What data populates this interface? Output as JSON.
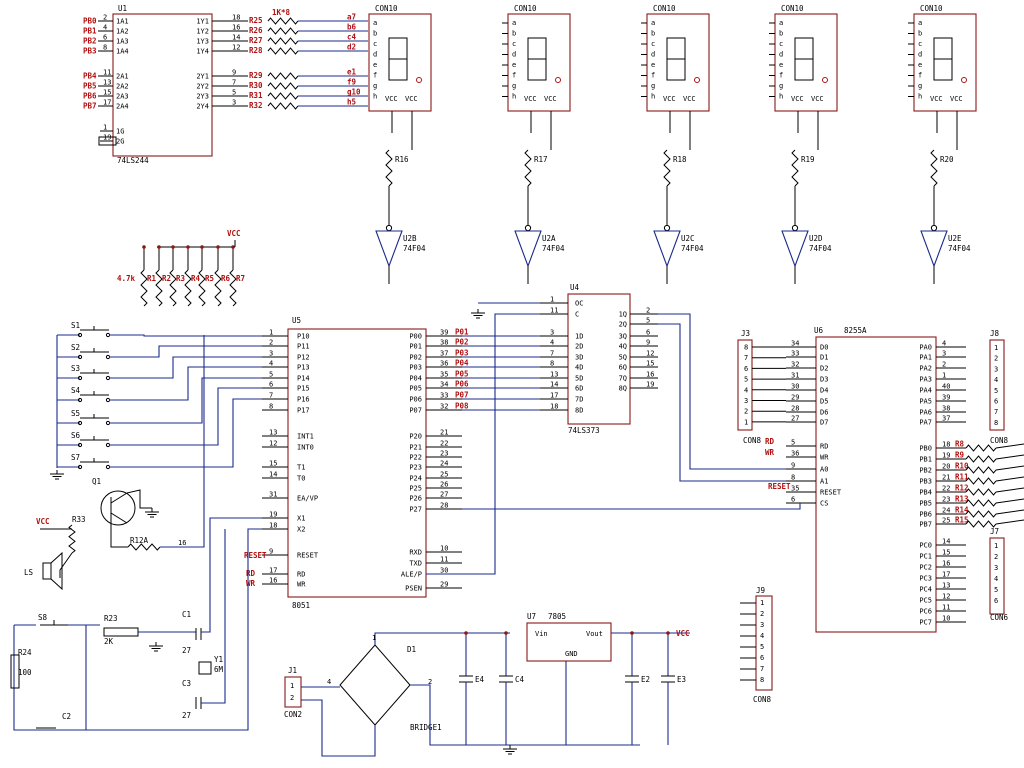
{
  "components": {
    "u1": {
      "ref": "U1",
      "part": "74LS244",
      "in_left": [
        "1A1",
        "1A2",
        "1A3",
        "1A4",
        "2A1",
        "2A2",
        "2A3",
        "2A4",
        "1G",
        "2G"
      ],
      "in_nums": [
        "2",
        "4",
        "6",
        "8",
        "11",
        "13",
        "15",
        "17",
        "1",
        "19"
      ],
      "out_right": [
        "1Y1",
        "1Y2",
        "1Y3",
        "1Y4",
        "2Y1",
        "2Y2",
        "2Y3",
        "2Y4"
      ],
      "out_nums": [
        "18",
        "16",
        "14",
        "12",
        "9",
        "7",
        "5",
        "3"
      ],
      "nets_in": [
        "PB0",
        "PB1",
        "PB2",
        "PB3",
        "PB4",
        "PB5",
        "PB6",
        "PB7"
      ]
    },
    "rpack_top": {
      "ref": "1K*8",
      "names": [
        "R25",
        "R26",
        "R27",
        "R28",
        "R29",
        "R30",
        "R31",
        "R32"
      ],
      "nets": [
        "a7",
        "b6",
        "c4",
        "d2",
        "e1",
        "f9",
        "g10",
        "h5"
      ]
    },
    "displays": [
      {
        "ref": "CON10",
        "pins": [
          "a",
          "b",
          "c",
          "d",
          "e",
          "f",
          "g",
          "h"
        ],
        "extra": [
          "VCC",
          "VCC"
        ]
      },
      {
        "ref": "CON10"
      },
      {
        "ref": "CON10"
      },
      {
        "ref": "CON10"
      },
      {
        "ref": "CON10"
      }
    ],
    "bottom_res": [
      "R16",
      "R17",
      "R18",
      "R19",
      "R20"
    ],
    "inverters": [
      {
        "ref": "U2B",
        "part": "74F04"
      },
      {
        "ref": "U2A",
        "part": "74F04"
      },
      {
        "ref": "U2C",
        "part": "74F04"
      },
      {
        "ref": "U2D",
        "part": "74F04"
      },
      {
        "ref": "U2E",
        "part": "74F04"
      }
    ],
    "vcc": "VCC",
    "pullups": {
      "label": "4.7k",
      "names": [
        "R1",
        "R2",
        "R3",
        "R4",
        "R5",
        "R6",
        "R7"
      ]
    },
    "switches": [
      "S1",
      "S2",
      "S3",
      "S4",
      "S5",
      "S6",
      "S7"
    ],
    "u5": {
      "ref": "U5",
      "part": "8051",
      "left": [
        "P10",
        "P11",
        "P12",
        "P13",
        "P14",
        "P15",
        "P16",
        "P17",
        "INT1",
        "INT0",
        "T1",
        "T0",
        "EA/VP",
        "X1",
        "X2",
        "RESET",
        "RD",
        "WR"
      ],
      "left_nums": [
        "1",
        "2",
        "3",
        "4",
        "5",
        "6",
        "7",
        "8",
        "13",
        "12",
        "15",
        "14",
        "31",
        "19",
        "18",
        "9",
        "17",
        "16"
      ],
      "right": [
        "P00",
        "P01",
        "P02",
        "P03",
        "P04",
        "P05",
        "P06",
        "P07",
        "P20",
        "P21",
        "P22",
        "P23",
        "P24",
        "P25",
        "P26",
        "P27",
        "RXD",
        "TXD",
        "ALE/P",
        "PSEN"
      ],
      "right_nums": [
        "39",
        "38",
        "37",
        "36",
        "35",
        "34",
        "33",
        "32",
        "21",
        "22",
        "23",
        "24",
        "25",
        "26",
        "27",
        "28",
        "10",
        "11",
        "30",
        "29"
      ],
      "nets": [
        "P01",
        "P02",
        "P03",
        "P04",
        "P05",
        "P06",
        "P07",
        "P08"
      ]
    },
    "u4": {
      "ref": "U4",
      "part": "74LS373",
      "left": [
        "OC",
        "C",
        "1D",
        "2D",
        "3D",
        "4D",
        "5D",
        "6D",
        "7D",
        "8D"
      ],
      "left_nums": [
        "1",
        "11",
        "3",
        "4",
        "7",
        "8",
        "13",
        "14",
        "17",
        "18"
      ],
      "right": [
        "1Q",
        "2Q",
        "3Q",
        "4Q",
        "5Q",
        "6Q",
        "7Q",
        "8Q"
      ],
      "right_nums": [
        "2",
        "5",
        "6",
        "9",
        "12",
        "15",
        "16",
        "19"
      ]
    },
    "u6": {
      "ref": "U6",
      "part": "8255A",
      "left": [
        "D0",
        "D1",
        "D2",
        "D3",
        "D4",
        "D5",
        "D6",
        "D7",
        "RD",
        "WR",
        "A0",
        "A1",
        "RESET",
        "CS"
      ],
      "left_nums": [
        "34",
        "33",
        "32",
        "31",
        "30",
        "29",
        "28",
        "27",
        "5",
        "36",
        "9",
        "8",
        "35",
        "6"
      ],
      "right": [
        "PA0",
        "PA1",
        "PA2",
        "PA3",
        "PA4",
        "PA5",
        "PA6",
        "PA7",
        "PB0",
        "PB1",
        "PB2",
        "PB3",
        "PB4",
        "PB5",
        "PB6",
        "PB7",
        "PC0",
        "PC1",
        "PC2",
        "PC3",
        "PC4",
        "PC5",
        "PC6",
        "PC7"
      ],
      "right_nums": [
        "4",
        "3",
        "2",
        "1",
        "40",
        "39",
        "38",
        "37",
        "18",
        "19",
        "20",
        "21",
        "22",
        "23",
        "24",
        "25",
        "14",
        "15",
        "16",
        "17",
        "13",
        "12",
        "11",
        "10"
      ],
      "nets_left": [
        "RD",
        "WR",
        "RESET"
      ],
      "res_right": [
        "R8",
        "R9",
        "R10",
        "R11",
        "R12",
        "R13",
        "R14",
        "R15"
      ]
    },
    "j3": {
      "ref": "J3",
      "foot": "CON8",
      "nums": [
        "8",
        "7",
        "6",
        "5",
        "4",
        "3",
        "2",
        "1"
      ]
    },
    "j8": {
      "ref": "J8",
      "foot": "CON8",
      "nums": [
        "1",
        "2",
        "3",
        "4",
        "5",
        "6",
        "7",
        "8"
      ]
    },
    "j7": {
      "ref": "J7",
      "foot": "CON6",
      "nums": [
        "1",
        "2",
        "3",
        "4",
        "5",
        "6"
      ]
    },
    "j9": {
      "ref": "J9",
      "foot": "CON8",
      "nums": [
        "1",
        "2",
        "3",
        "4",
        "5",
        "6",
        "7",
        "8"
      ]
    },
    "j1": {
      "ref": "J1",
      "foot": "CON2",
      "nums": [
        "1",
        "2"
      ]
    },
    "u7": {
      "ref": "U7",
      "part": "7805",
      "vin": "Vin",
      "vout": "Vout",
      "gnd": "GND"
    },
    "bridge": {
      "ref": "D1",
      "part": "BRIDGE1"
    },
    "caps": [
      "E4",
      "C4",
      "E2",
      "E3"
    ],
    "transistor": {
      "ref": "Q1",
      "r33": "R33",
      "r12a": "R12A",
      "pin16": "16"
    },
    "speaker": "LS",
    "reset": {
      "sw": "S8",
      "r23": "R23",
      "r23v": "2K",
      "r24": "R24",
      "r24v": "100",
      "c2": "C2"
    },
    "crystal": {
      "c1": "C1",
      "c1v": "27",
      "c3": "C3",
      "c3v": "27",
      "y1": "Y1",
      "y1v": "6M"
    }
  }
}
